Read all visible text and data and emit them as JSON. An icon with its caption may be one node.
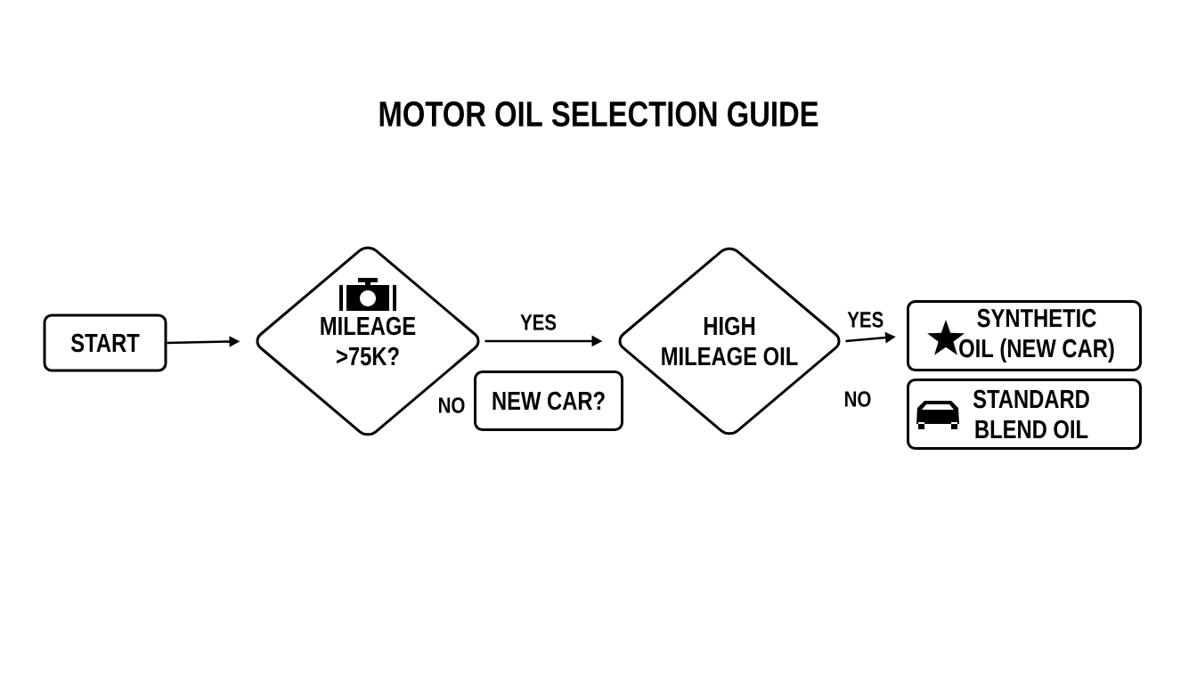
{
  "diagram": {
    "title": "MOTOR OIL SELECTION GUIDE",
    "nodes": [
      {
        "text": [
          "START"
        ]
      },
      {
        "text": [
          "MILEAGE >75K?"
        ]
      },
      {
        "text": [
          "NEW CAR?"
        ]
      },
      {
        "text": [
          "HIGH MILEAGE OIL"
        ]
      },
      {
        "text": [
          "SYNTHETIC OIL (NEW CAR)"
        ]
      },
      {
        "text": [
          "STANDARD BLEND OIL"
        ]
      }
    ],
    "edges": [
      {
        "from": 0,
        "to": 1,
        "arrow": "to"
      },
      {
        "from": 1,
        "to": 3,
        "arrow": "to",
        "label": "YES"
      },
      {
        "from": 3,
        "to": 4,
        "arrow": "to",
        "label": "YES"
      }
    ],
    "labels": [
      "NO",
      "NO"
    ]
  }
}
